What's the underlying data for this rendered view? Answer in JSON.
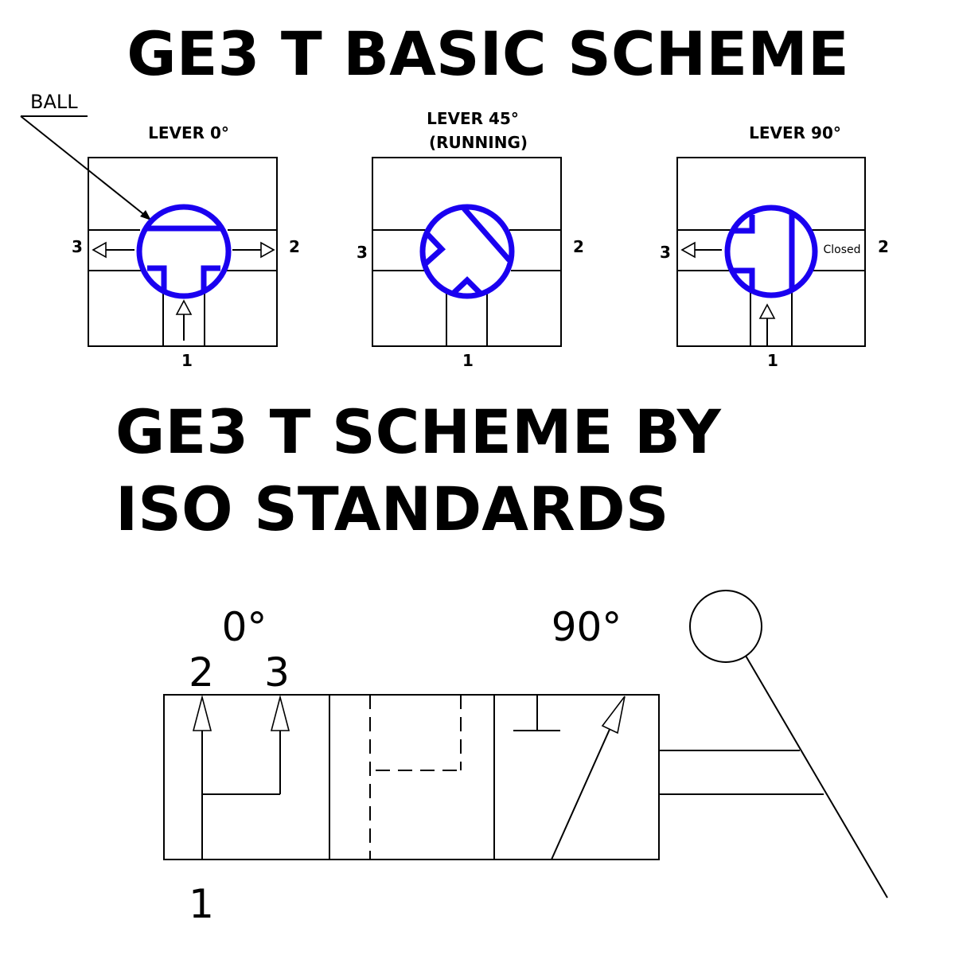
{
  "titles": {
    "basic": "GE3 T BASIC SCHEME",
    "iso_line1": "GE3 T SCHEME BY",
    "iso_line2": "ISO STANDARDS"
  },
  "ball_label": "BALL",
  "diagrams": [
    {
      "title": "LEVER 0°",
      "port_left": "3",
      "port_right": "2",
      "port_bottom": "1"
    },
    {
      "title": "LEVER 45°",
      "subtitle": "(RUNNING)",
      "port_left": "3",
      "port_right": "2",
      "port_bottom": "1"
    },
    {
      "title": "LEVER 90°",
      "port_left": "3",
      "port_right": "2",
      "port_bottom": "1",
      "note": "Closed"
    }
  ],
  "iso": {
    "pos_0": "0°",
    "pos_90": "90°",
    "port_2": "2",
    "port_3": "3",
    "port_1": "1"
  },
  "colors": {
    "ball": "#1a00f0"
  }
}
